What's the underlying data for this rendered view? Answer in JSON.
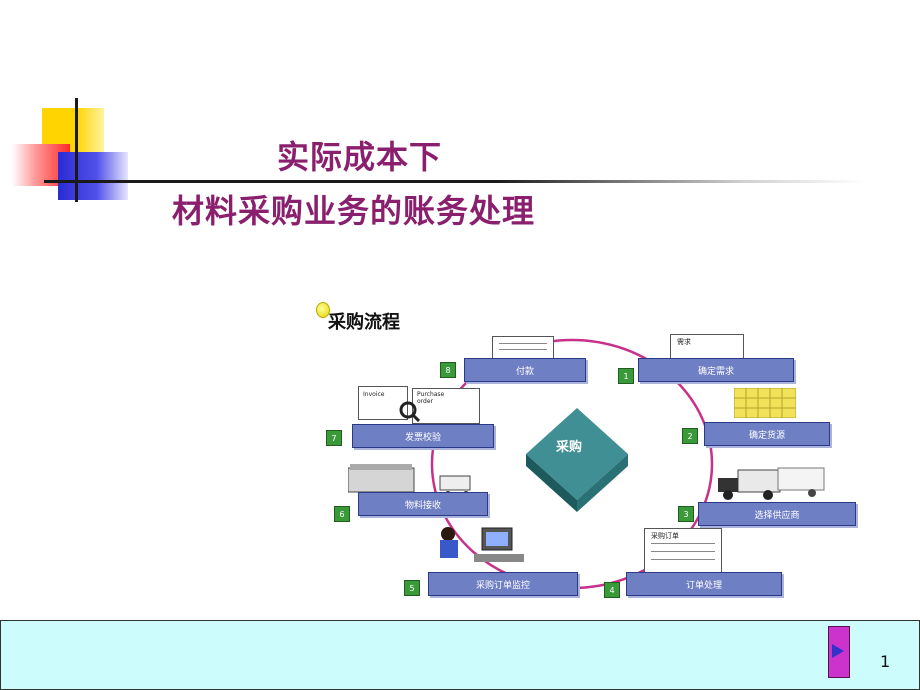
{
  "slide": {
    "title_line1": "实际成本下",
    "title_line2": "材料采购业务的账务处理",
    "page_number": "1"
  },
  "diagram": {
    "title": "采购流程",
    "center": "采购",
    "steps": [
      {
        "num": "1",
        "label": "确定需求"
      },
      {
        "num": "2",
        "label": "确定货源"
      },
      {
        "num": "3",
        "label": "选择供应商"
      },
      {
        "num": "4",
        "label": "订单处理"
      },
      {
        "num": "5",
        "label": "采购订单监控"
      },
      {
        "num": "6",
        "label": "物料接收"
      },
      {
        "num": "7",
        "label": "发票校验"
      },
      {
        "num": "8",
        "label": "付款"
      }
    ],
    "doc_labels": {
      "demand": "需求",
      "order": "采购订单",
      "po": "Purchase order",
      "invoice": "Invoice"
    }
  },
  "colors": {
    "title": "#8a1f6e",
    "step_box": "#6f7fc4",
    "step_num": "#3a9a3a",
    "cycle": "#c8308a",
    "footer": "#ccfcfc",
    "nav_button": "#cc33cc"
  }
}
